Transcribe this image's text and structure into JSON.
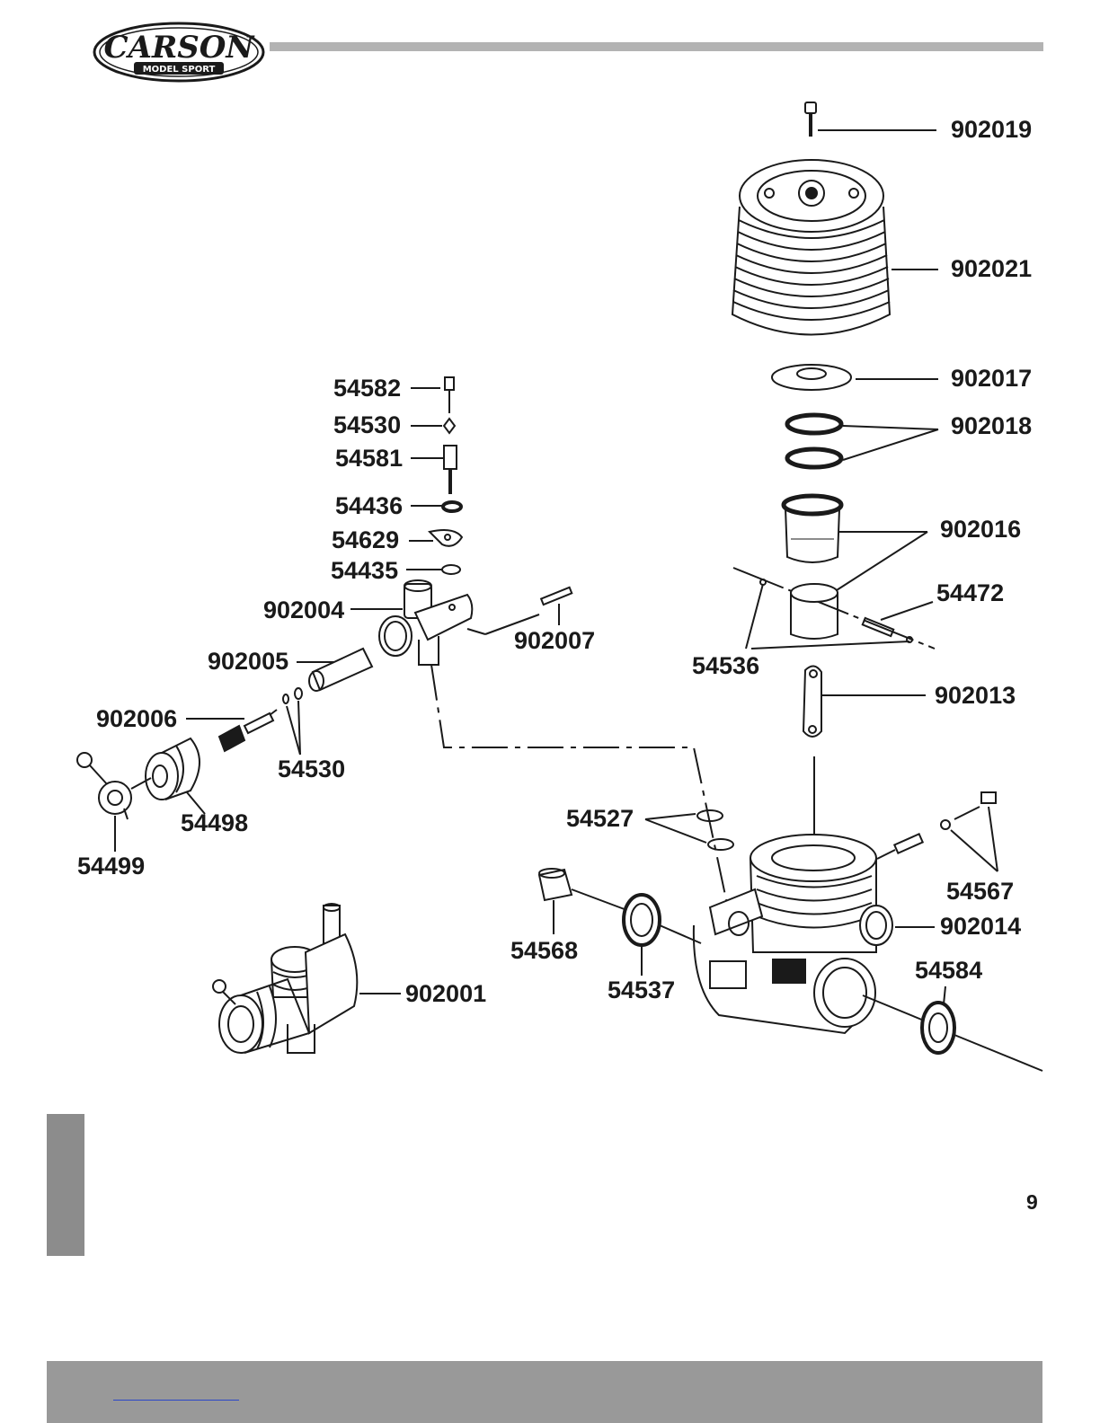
{
  "brand": {
    "name": "CARSON",
    "tagline": "MODEL SPORT"
  },
  "colors": {
    "header_rule": "#b3b3b3",
    "side_tab": "#8c8c8c",
    "footer_bar": "#999999",
    "link_underline": "#2a46c8",
    "ink": "#1a1a1a"
  },
  "part_numbers": {
    "p902019": "902019",
    "p902021": "902021",
    "p902017": "902017",
    "p902018": "902018",
    "p902016": "902016",
    "p54472": "54472",
    "p54536": "54536",
    "p902013": "902013",
    "p54582": "54582",
    "p54530_top": "54530",
    "p54581": "54581",
    "p54436": "54436",
    "p54629": "54629",
    "p54435": "54435",
    "p902004": "902004",
    "p902007": "902007",
    "p902005": "902005",
    "p902006": "902006",
    "p54530_low": "54530",
    "p54498": "54498",
    "p54499": "54499",
    "p54527": "54527",
    "p54567": "54567",
    "p902014": "902014",
    "p54584": "54584",
    "p54568": "54568",
    "p54537": "54537",
    "p902001": "902001"
  },
  "page_number_fragment": "9"
}
